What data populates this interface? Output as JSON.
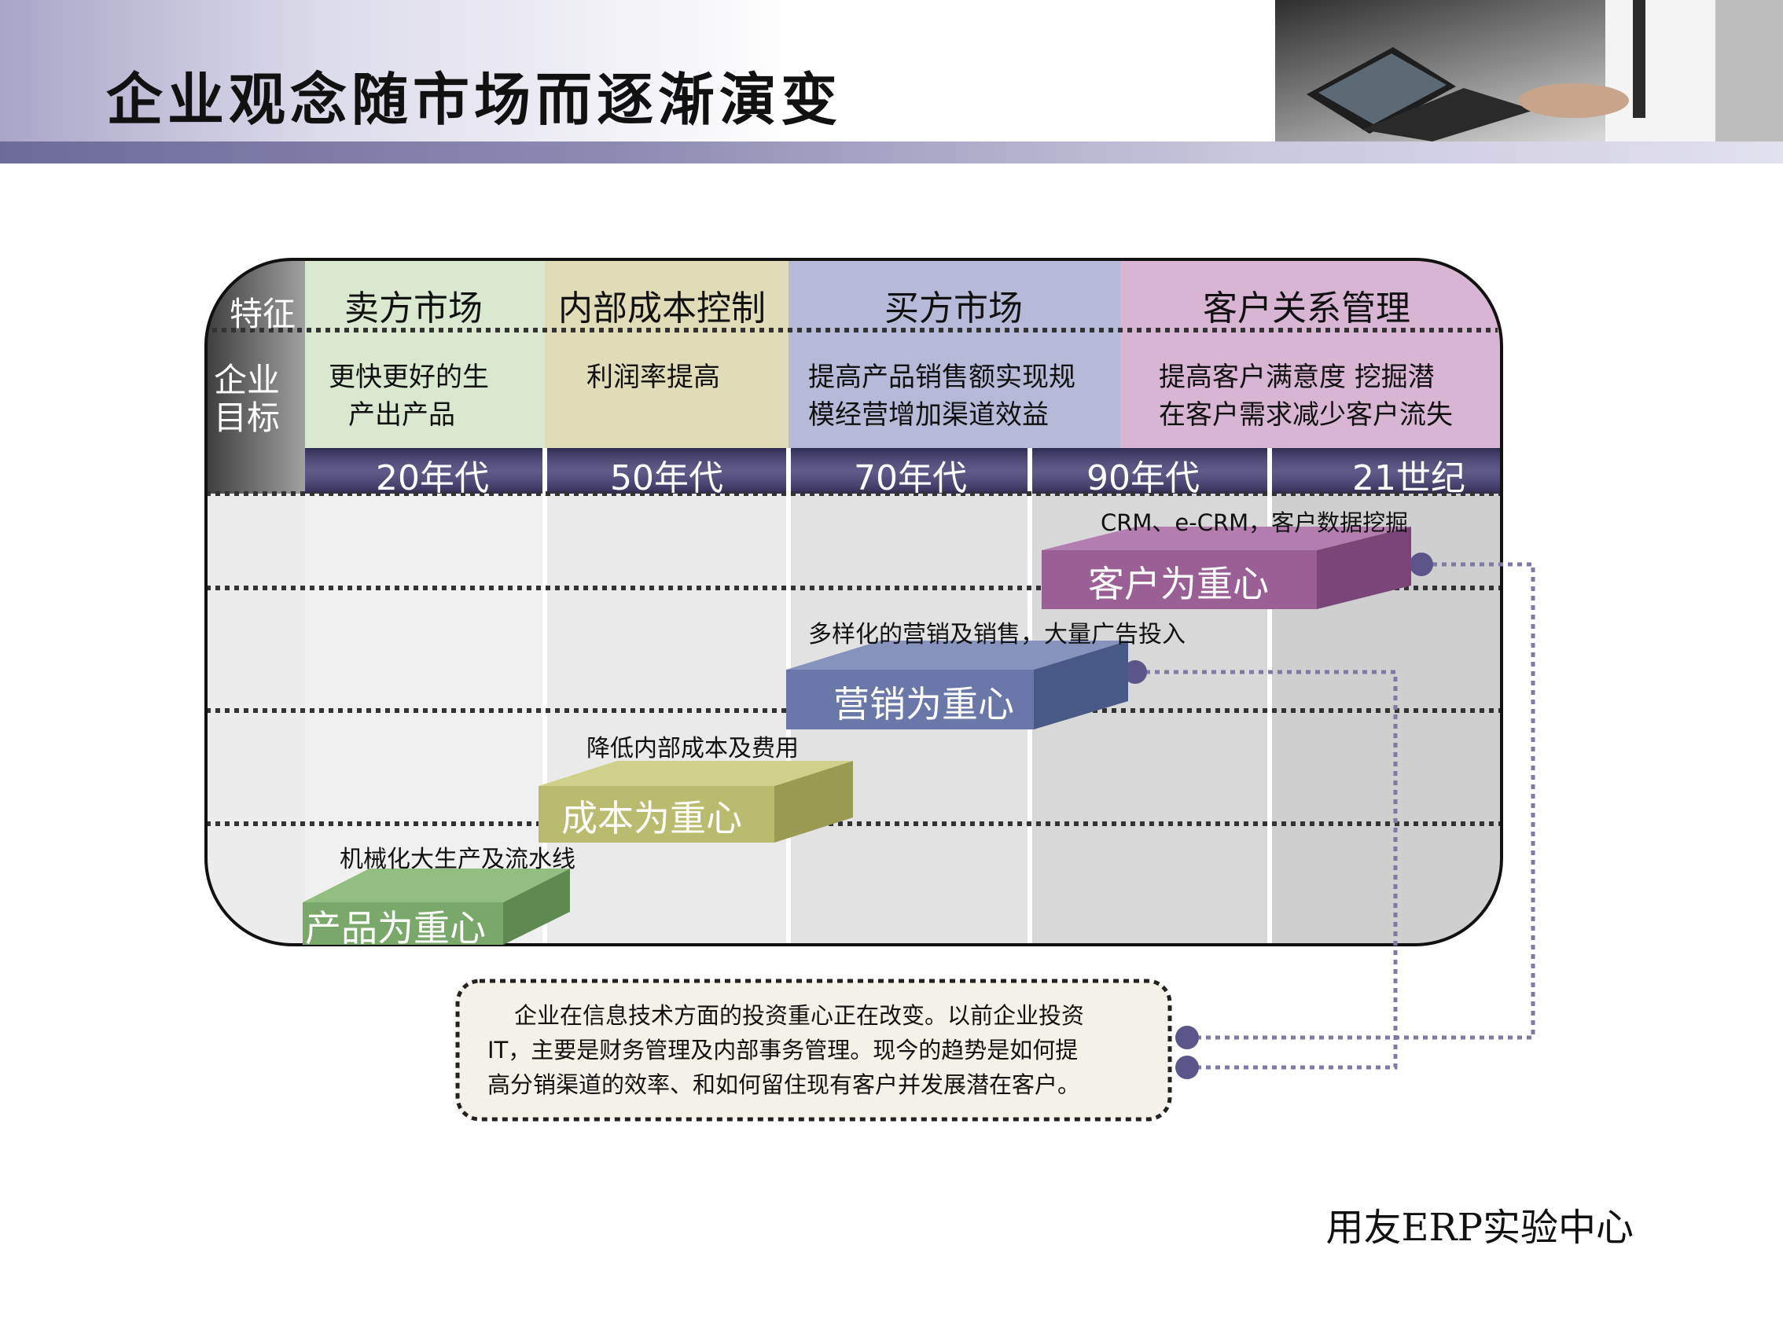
{
  "title": "企业观念随市场而逐渐演变",
  "row_labels": {
    "feature": "特征",
    "goal_line1": "企业",
    "goal_line2": "目标"
  },
  "markets": [
    {
      "name": "卖方市场",
      "goal_line1": "更快更好的生",
      "goal_line2": "产出产品",
      "color": "#d9e8cf"
    },
    {
      "name": "内部成本控制",
      "goal_line1": "利润率提高",
      "goal_line2": "",
      "color": "#e0dcb8"
    },
    {
      "name": "买方市场",
      "goal_line1": "提高产品销售额实现规",
      "goal_line2": "模经营增加渠道效益",
      "color": "#b7b9d8"
    },
    {
      "name": "客户关系管理",
      "goal_line1": "提高客户满意度 挖掘潜",
      "goal_line2": "在客户需求减少客户流失",
      "color": "#d7b5d3"
    }
  ],
  "eras": [
    "20年代",
    "50年代",
    "70年代",
    "90年代",
    "21世纪"
  ],
  "stages": [
    {
      "label": "产品为重心",
      "note": "机械化大生产及流水线",
      "color": "#7aa86a"
    },
    {
      "label": "成本为重心",
      "note": "降低内部成本及费用",
      "color": "#b9bb6e"
    },
    {
      "label": "营销为重心",
      "note": "多样化的营销及销售，大量广告投入",
      "color": "#6978a8"
    },
    {
      "label": "客户为重心",
      "note": "CRM、e-CRM，客户数据挖掘",
      "color": "#9a5f95"
    }
  ],
  "callout": {
    "line1": "企业在信息技术方面的投资重心正在改变。以前企业投资",
    "line2": "IT，主要是财务管理及内部事务管理。现今的趋势是如何提",
    "line3": "高分销渠道的效率、和如何留住现有客户并发展潜在客户。"
  },
  "footer": "用友ERP实验中心",
  "colors": {
    "era_bar": "#4f4b79",
    "connector": "#7e7aa6",
    "frame": "#111111"
  }
}
